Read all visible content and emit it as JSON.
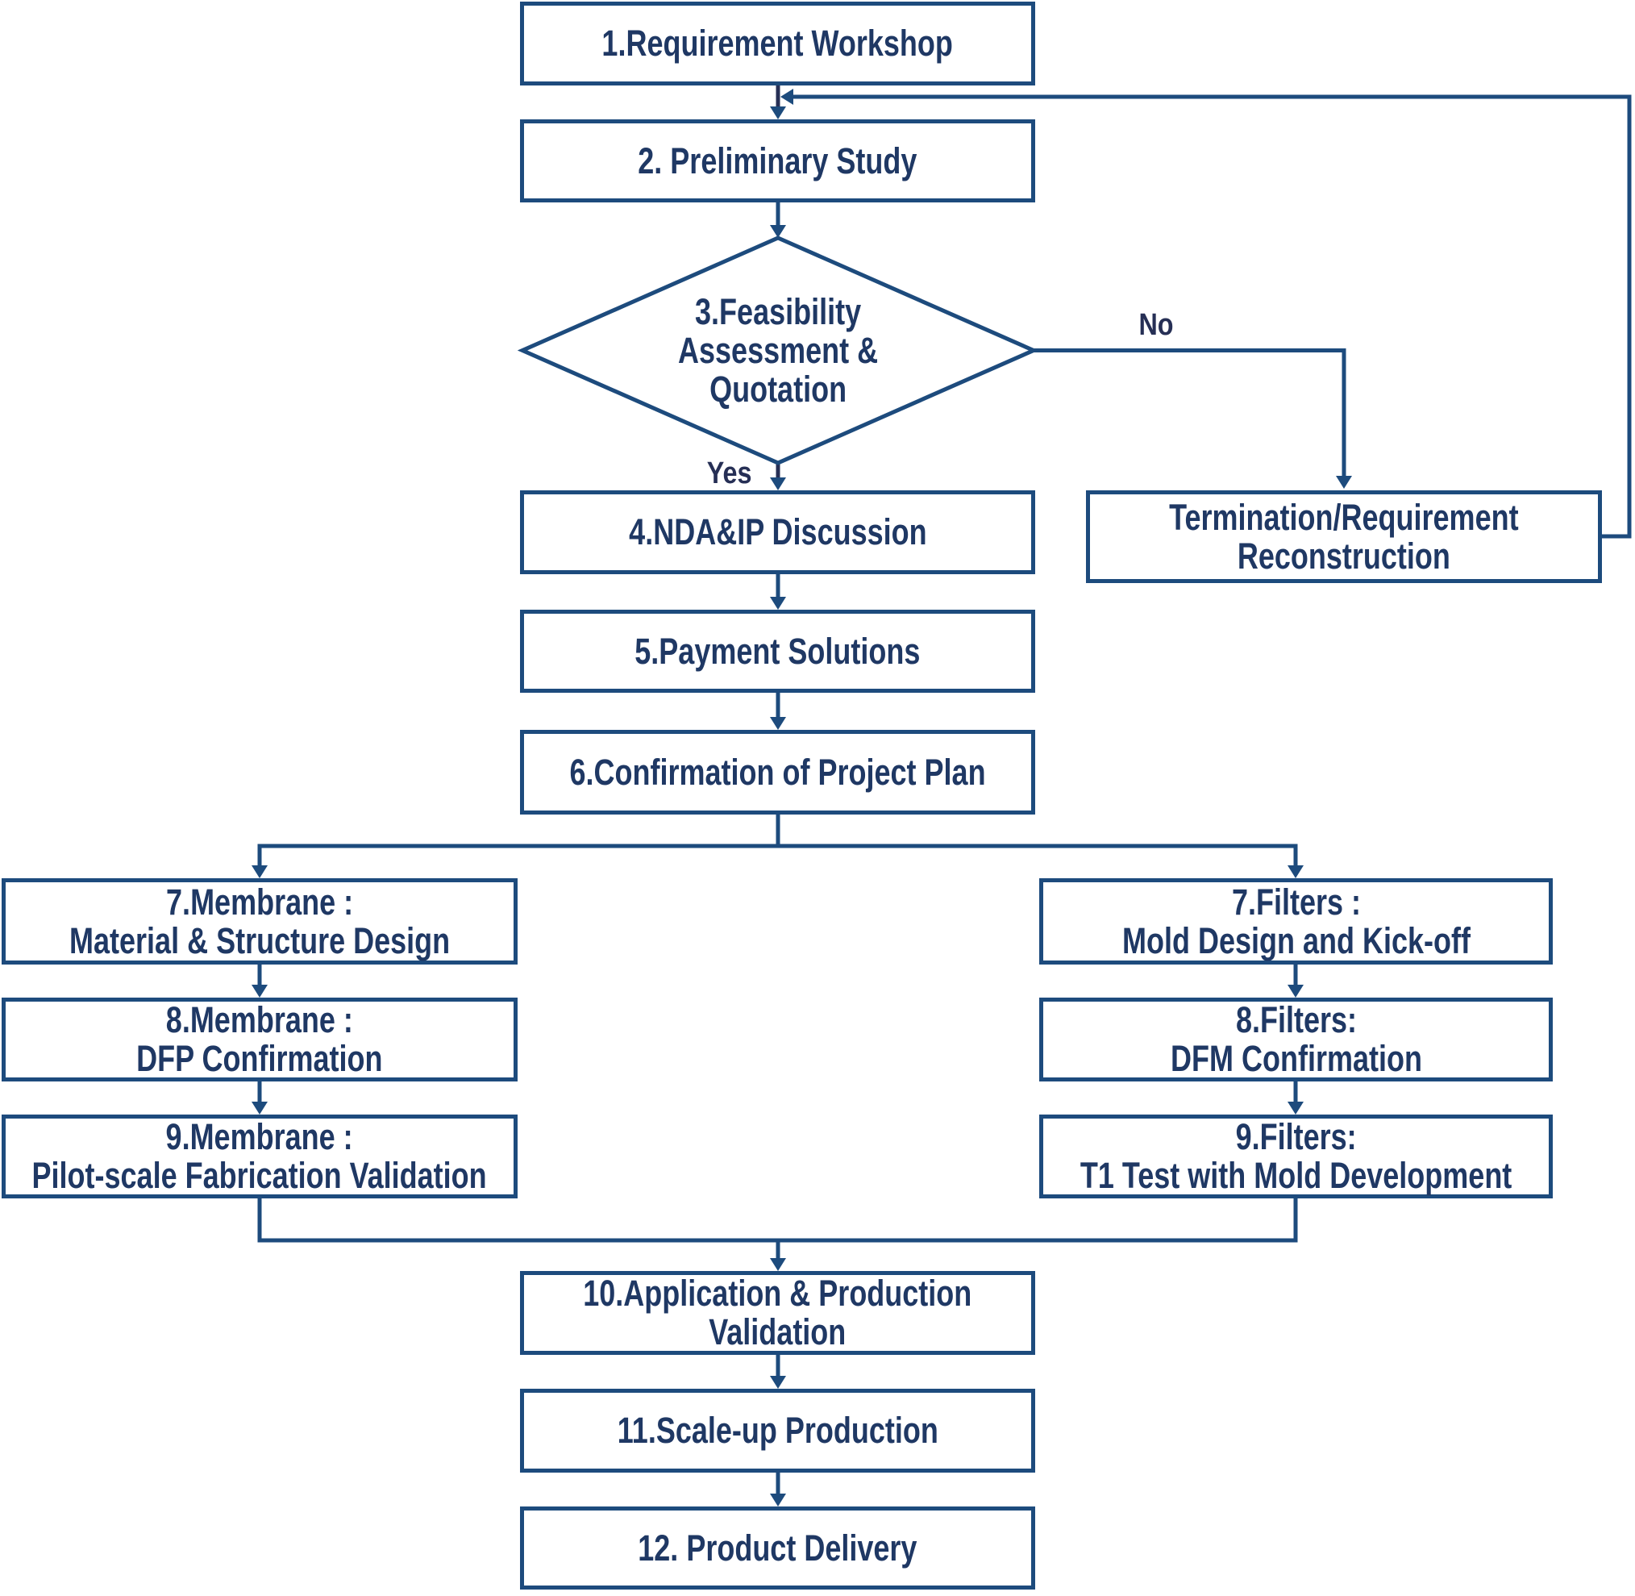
{
  "page": {
    "background": "#ffffff"
  },
  "colors": {
    "background": "#ffffff",
    "line": "#1d4b7d",
    "text": "#1f3864",
    "label": "#262f55"
  },
  "flowchart": {
    "type": "process-flow-diagram",
    "nodes": [
      {
        "id": "requirement-workshop",
        "shape": "rect",
        "lines": [
          "1.Requirement Workshop"
        ]
      },
      {
        "id": "preliminary-study",
        "shape": "rect",
        "lines": [
          "2. Preliminary Study"
        ]
      },
      {
        "id": "feasibility-assessment",
        "shape": "diamond",
        "lines": [
          "3.Feasibility",
          "Assessment &",
          "Quotation"
        ]
      },
      {
        "id": "nda-ip-discussion",
        "shape": "rect",
        "lines": [
          "4.NDA&IP Discussion"
        ]
      },
      {
        "id": "payment-solutions",
        "shape": "rect",
        "lines": [
          "5.Payment Solutions"
        ]
      },
      {
        "id": "confirmation-of-project-plan",
        "shape": "rect",
        "lines": [
          "6.Confirmation of Project Plan"
        ]
      },
      {
        "id": "termination-requirement-reconstruction",
        "shape": "rect",
        "lines": [
          "Termination/Requirement",
          "Reconstruction"
        ]
      },
      {
        "id": "membrane-material-structure-design",
        "shape": "rect",
        "lines": [
          "7.Membrane :",
          "Material & Structure Design"
        ]
      },
      {
        "id": "membrane-dfp-confirmation",
        "shape": "rect",
        "lines": [
          "8.Membrane :",
          "DFP Confirmation"
        ]
      },
      {
        "id": "membrane-pilot-scale-fabrication-validation",
        "shape": "rect",
        "lines": [
          "9.Membrane :",
          "Pilot-scale Fabrication Validation"
        ]
      },
      {
        "id": "filters-mold-design-kick-off",
        "shape": "rect",
        "lines": [
          "7.Filters :",
          "Mold Design and Kick-off"
        ]
      },
      {
        "id": "filters-dfm-confirmation",
        "shape": "rect",
        "lines": [
          "8.Filters:",
          "DFM Confirmation"
        ]
      },
      {
        "id": "filters-t1-test-mold-development",
        "shape": "rect",
        "lines": [
          "9.Filters:",
          "T1 Test with Mold Development"
        ]
      },
      {
        "id": "application-production-validation",
        "shape": "rect",
        "lines": [
          "10.Application & Production",
          "Validation"
        ]
      },
      {
        "id": "scale-up-production",
        "shape": "rect",
        "lines": [
          "11.Scale-up Production"
        ]
      },
      {
        "id": "product-delivery",
        "shape": "rect",
        "lines": [
          "12. Product Delivery"
        ]
      }
    ],
    "decision_labels": {
      "yes": "Yes",
      "no": "No"
    }
  }
}
